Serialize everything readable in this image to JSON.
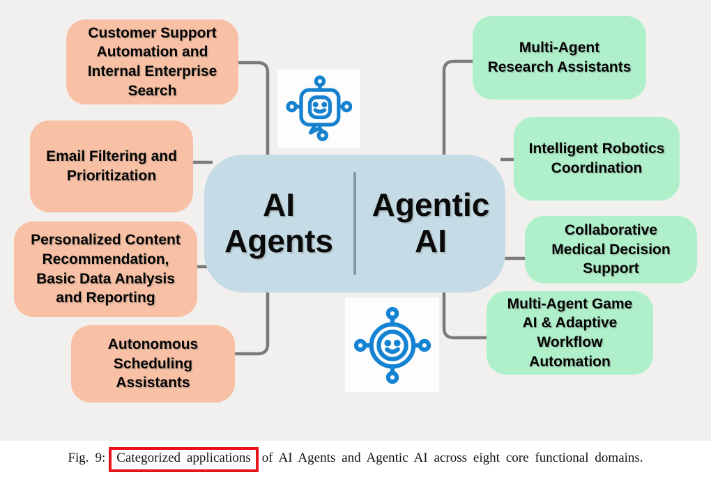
{
  "colors": {
    "background": "#f2f0ee",
    "left_box": "#f8c0a4",
    "right_box": "#aff0ca",
    "center_box": "#c5dbe5",
    "connector": "#7a7a7a",
    "icon_blue": "#1581cf",
    "highlight_red": "#e8141c"
  },
  "diagram": {
    "center": {
      "left_line1": "AI",
      "left_line2": "Agents",
      "right_line1": "Agentic",
      "right_line2": "AI"
    },
    "left_boxes": [
      {
        "label": [
          "Customer Support",
          "Automation and",
          "Internal Enterprise",
          "Search"
        ]
      },
      {
        "label": [
          "Email Filtering and",
          "Prioritization"
        ]
      },
      {
        "label": [
          "Personalized Content",
          "Recommendation,",
          "Basic Data Analysis",
          "and Reporting"
        ]
      },
      {
        "label": [
          "Autonomous",
          "Scheduling",
          "Assistants"
        ]
      }
    ],
    "right_boxes": [
      {
        "label": [
          "Multi-Agent",
          "Research Assistants"
        ]
      },
      {
        "label": [
          "Intelligent Robotics",
          "Coordination"
        ]
      },
      {
        "label": [
          "Collaborative",
          "Medical Decision",
          "Support"
        ]
      },
      {
        "label": [
          "Multi-Agent Game",
          "AI & Adaptive",
          "Workflow",
          "Automation"
        ]
      }
    ],
    "icons": {
      "top": "robot-chat-icon",
      "bottom": "robot-network-icon"
    }
  },
  "caption": {
    "prefix": "Fig. 9:",
    "highlight": "Categorized applications",
    "suffix": "of AI Agents and Agentic AI across eight core functional domains."
  }
}
